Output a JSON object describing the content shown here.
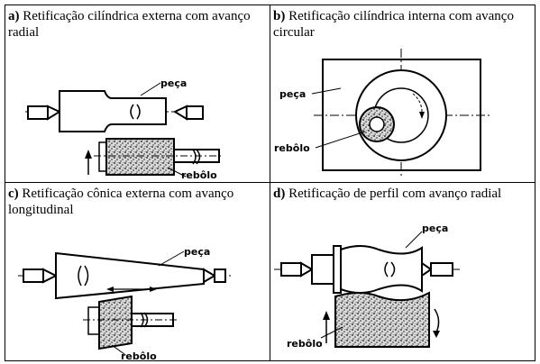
{
  "panels": [
    {
      "letter": "a)",
      "title": "Retificação cilíndrica externa com avanço radial",
      "labels": {
        "piece": "peça",
        "wheel": "rebôlo"
      }
    },
    {
      "letter": "b)",
      "title": "Retificação cilíndrica interna com avanço circular",
      "labels": {
        "piece": "peça",
        "wheel": "rebôlo"
      }
    },
    {
      "letter": "c)",
      "title": "Retificação cônica externa com avanço longitudinal",
      "labels": {
        "piece": "peça",
        "wheel": "rebôlo"
      }
    },
    {
      "letter": "d)",
      "title": "Retificação de perfil com avanço radial",
      "labels": {
        "piece": "peça",
        "wheel": "rebôlo"
      }
    }
  ]
}
